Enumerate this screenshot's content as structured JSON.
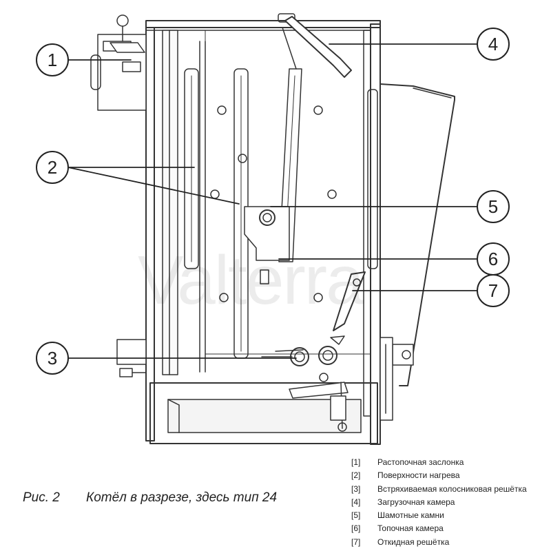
{
  "watermark": "Valterra",
  "callouts": [
    "1",
    "2",
    "3",
    "4",
    "5",
    "6",
    "7"
  ],
  "caption": {
    "figure": "Рис. 2",
    "text": "Котёл в разрезе, здесь тип 24"
  },
  "legend": [
    {
      "num": "[1]",
      "text": "Растопочная заслонка"
    },
    {
      "num": "[2]",
      "text": "Поверхности нагрева"
    },
    {
      "num": "[3]",
      "text": "Встряхиваемая колосниковая решётка"
    },
    {
      "num": "[4]",
      "text": "Загрузочная камера"
    },
    {
      "num": "[5]",
      "text": "Шамотные камни"
    },
    {
      "num": "[6]",
      "text": "Топочная камера"
    },
    {
      "num": "[7]",
      "text": "Откидная решётка"
    }
  ]
}
